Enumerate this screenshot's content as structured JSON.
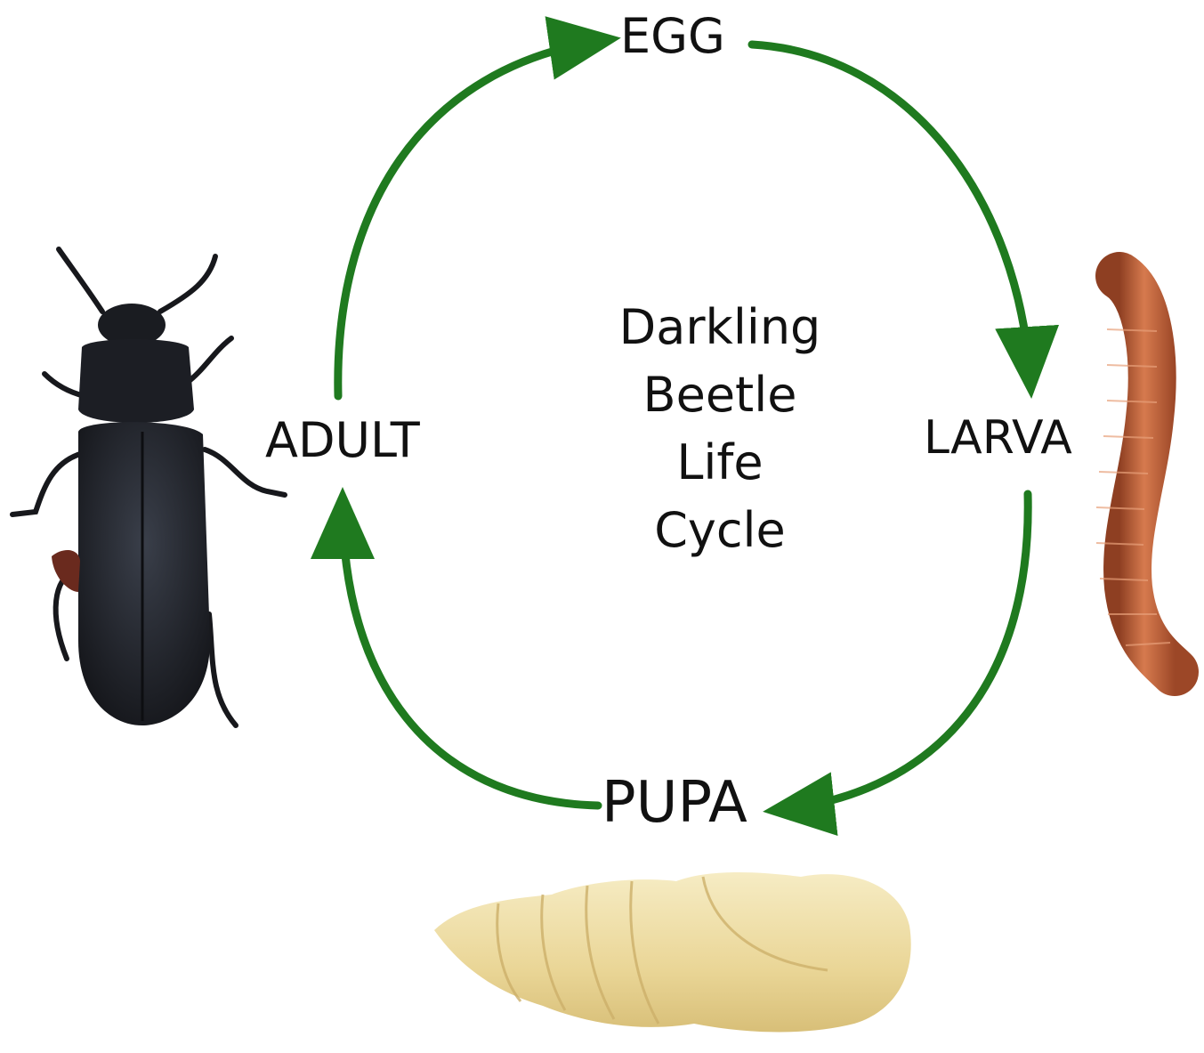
{
  "title_lines": [
    "Darkling",
    "Beetle",
    "Life",
    "Cycle"
  ],
  "stages": {
    "egg": "EGG",
    "larva": "LARVA",
    "pupa": "PUPA",
    "adult": "ADULT"
  },
  "colors": {
    "arrow": "#1f7a1f",
    "text": "#111111",
    "beetle": "#1b1d22",
    "larva": "#c0623a",
    "pupa": "#efe0ae"
  },
  "illustrations": [
    "adult-beetle-illustration",
    "larva-illustration",
    "pupa-illustration"
  ]
}
